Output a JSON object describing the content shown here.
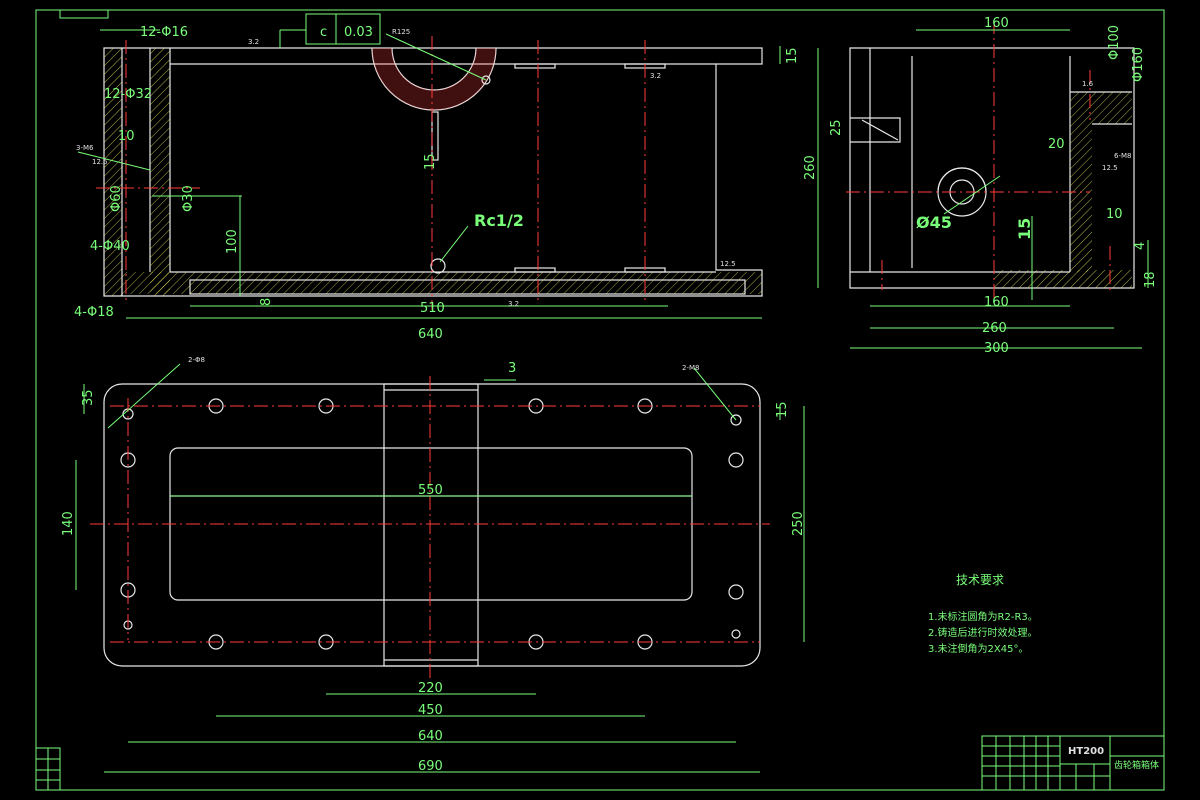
{
  "tolerance_frame": {
    "symbol": "c",
    "value": "0.03"
  },
  "front_view": {
    "labels": {
      "hole_top": "12-Φ16",
      "hole_bore": "12-Φ32",
      "thread": "3-M6",
      "rough": "12.5",
      "dia60": "Φ60",
      "dia30": "Φ30",
      "dia40": "4-Φ40",
      "dia18": "4-Φ18",
      "dim10": "10",
      "dim100": "100",
      "dim510": "510",
      "dim640": "640",
      "dim15": "15",
      "dim15b": "15",
      "dim8": "8",
      "rc": "Rc1/2",
      "r125": "R125",
      "rough12": "12.5",
      "rough32": "3.2",
      "rough32b": "3.2",
      "rough32c": "3.2"
    }
  },
  "side_view": {
    "labels": {
      "w160top": "160",
      "w160bot": "160",
      "w260": "260",
      "w300": "300",
      "h260": "260",
      "d100": "Φ100",
      "d160": "Φ160",
      "d45": "Ø45",
      "dim25": "25",
      "dim20": "20",
      "dim10": "10",
      "dim15": "15",
      "dim18": "18",
      "dim4": "4",
      "thread": "6-M8",
      "rough": "12.5",
      "rough16": "1.6"
    }
  },
  "top_view": {
    "labels": {
      "dim35": "35",
      "dim15": "15",
      "dim3": "3",
      "dim140": "140",
      "dim250": "250",
      "dim550": "550",
      "dim220": "220",
      "dim450": "450",
      "dim640": "640",
      "dim690": "690",
      "hole_note": "2-Φ8",
      "hole_note2": "2-M8"
    }
  },
  "tech_req": {
    "title": "技术要求",
    "items": [
      "1.未标注圆角为R2-R3。",
      "2.铸造后进行时效处理。",
      "3.未注倒角为2X45°。"
    ]
  },
  "title_block": {
    "material": "HT200",
    "name": "齿轮箱箱体"
  }
}
